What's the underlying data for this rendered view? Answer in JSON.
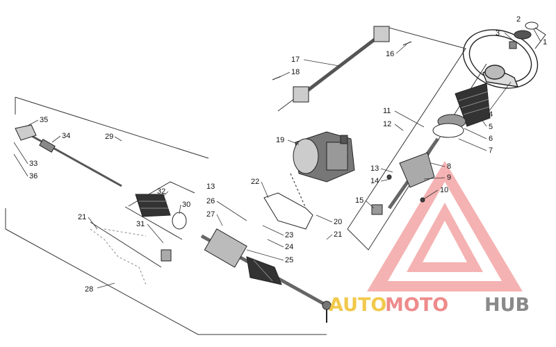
{
  "diagram": {
    "part_numbers": [
      "1",
      "2",
      "3",
      "4",
      "5",
      "6",
      "7",
      "8",
      "9",
      "10",
      "11",
      "12",
      "13",
      "13",
      "14",
      "15",
      "16",
      "17",
      "18",
      "19",
      "20",
      "21",
      "21",
      "22",
      "23",
      "24",
      "25",
      "26",
      "27",
      "28",
      "29",
      "30",
      "31",
      "32",
      "33",
      "34",
      "35",
      "36"
    ]
  },
  "watermark": {
    "brand_parts": [
      "AUTO",
      "MOTO",
      "HUB"
    ],
    "colors": {
      "triangle": "#f5a3a3",
      "auto": "#f2c94c",
      "moto": "#ee8b8b",
      "hub": "#8a8a8a"
    }
  }
}
